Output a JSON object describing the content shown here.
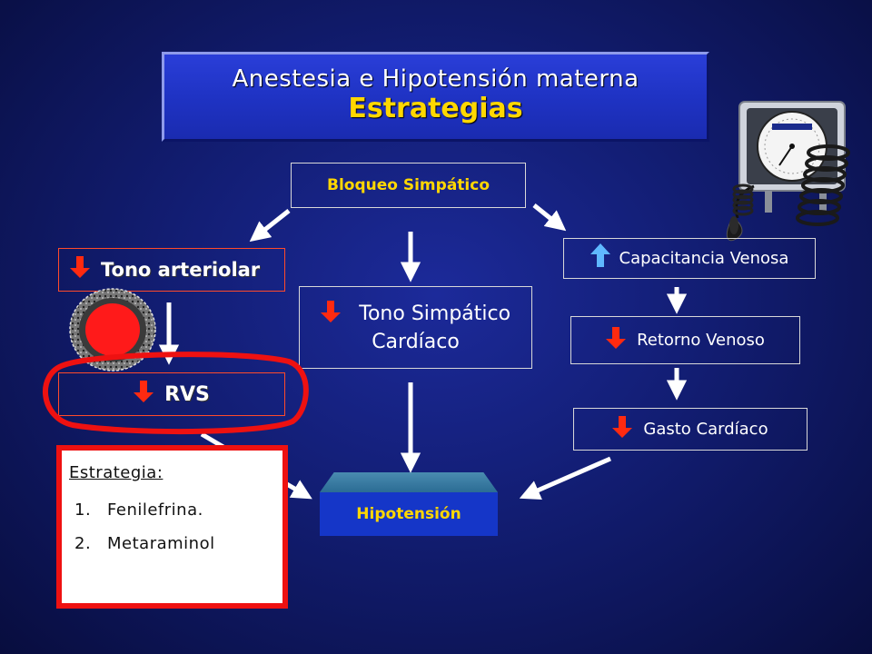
{
  "title": {
    "line1": "Anestesia e Hipotensión materna",
    "line2": "Estrategias"
  },
  "nodes": {
    "bloqueo": "Bloqueo Simpático",
    "tono_arteriolar": "Tono arteriolar",
    "tono_simpatico_line1": "Tono Simpático",
    "tono_simpatico_line2": "Cardíaco",
    "capacitancia": "Capacitancia Venosa",
    "retorno": "Retorno Venoso",
    "gasto": "Gasto Cardíaco",
    "rvs": "RVS",
    "hipotension": "Hipotensión"
  },
  "strategy": {
    "title": "Estrategia:",
    "items": [
      {
        "num": "1.",
        "label": "Fenilefrina."
      },
      {
        "num": "2.",
        "label": "Metaraminol"
      }
    ]
  },
  "icons": {
    "decrease": "down-arrow-icon",
    "increase": "up-arrow-icon"
  },
  "colors": {
    "background": "#121d72",
    "title_yellow": "#ffd700",
    "decrease_red": "#ff2a10",
    "increase_blue": "#5fb8ff",
    "highlight_red": "#ee1111"
  }
}
